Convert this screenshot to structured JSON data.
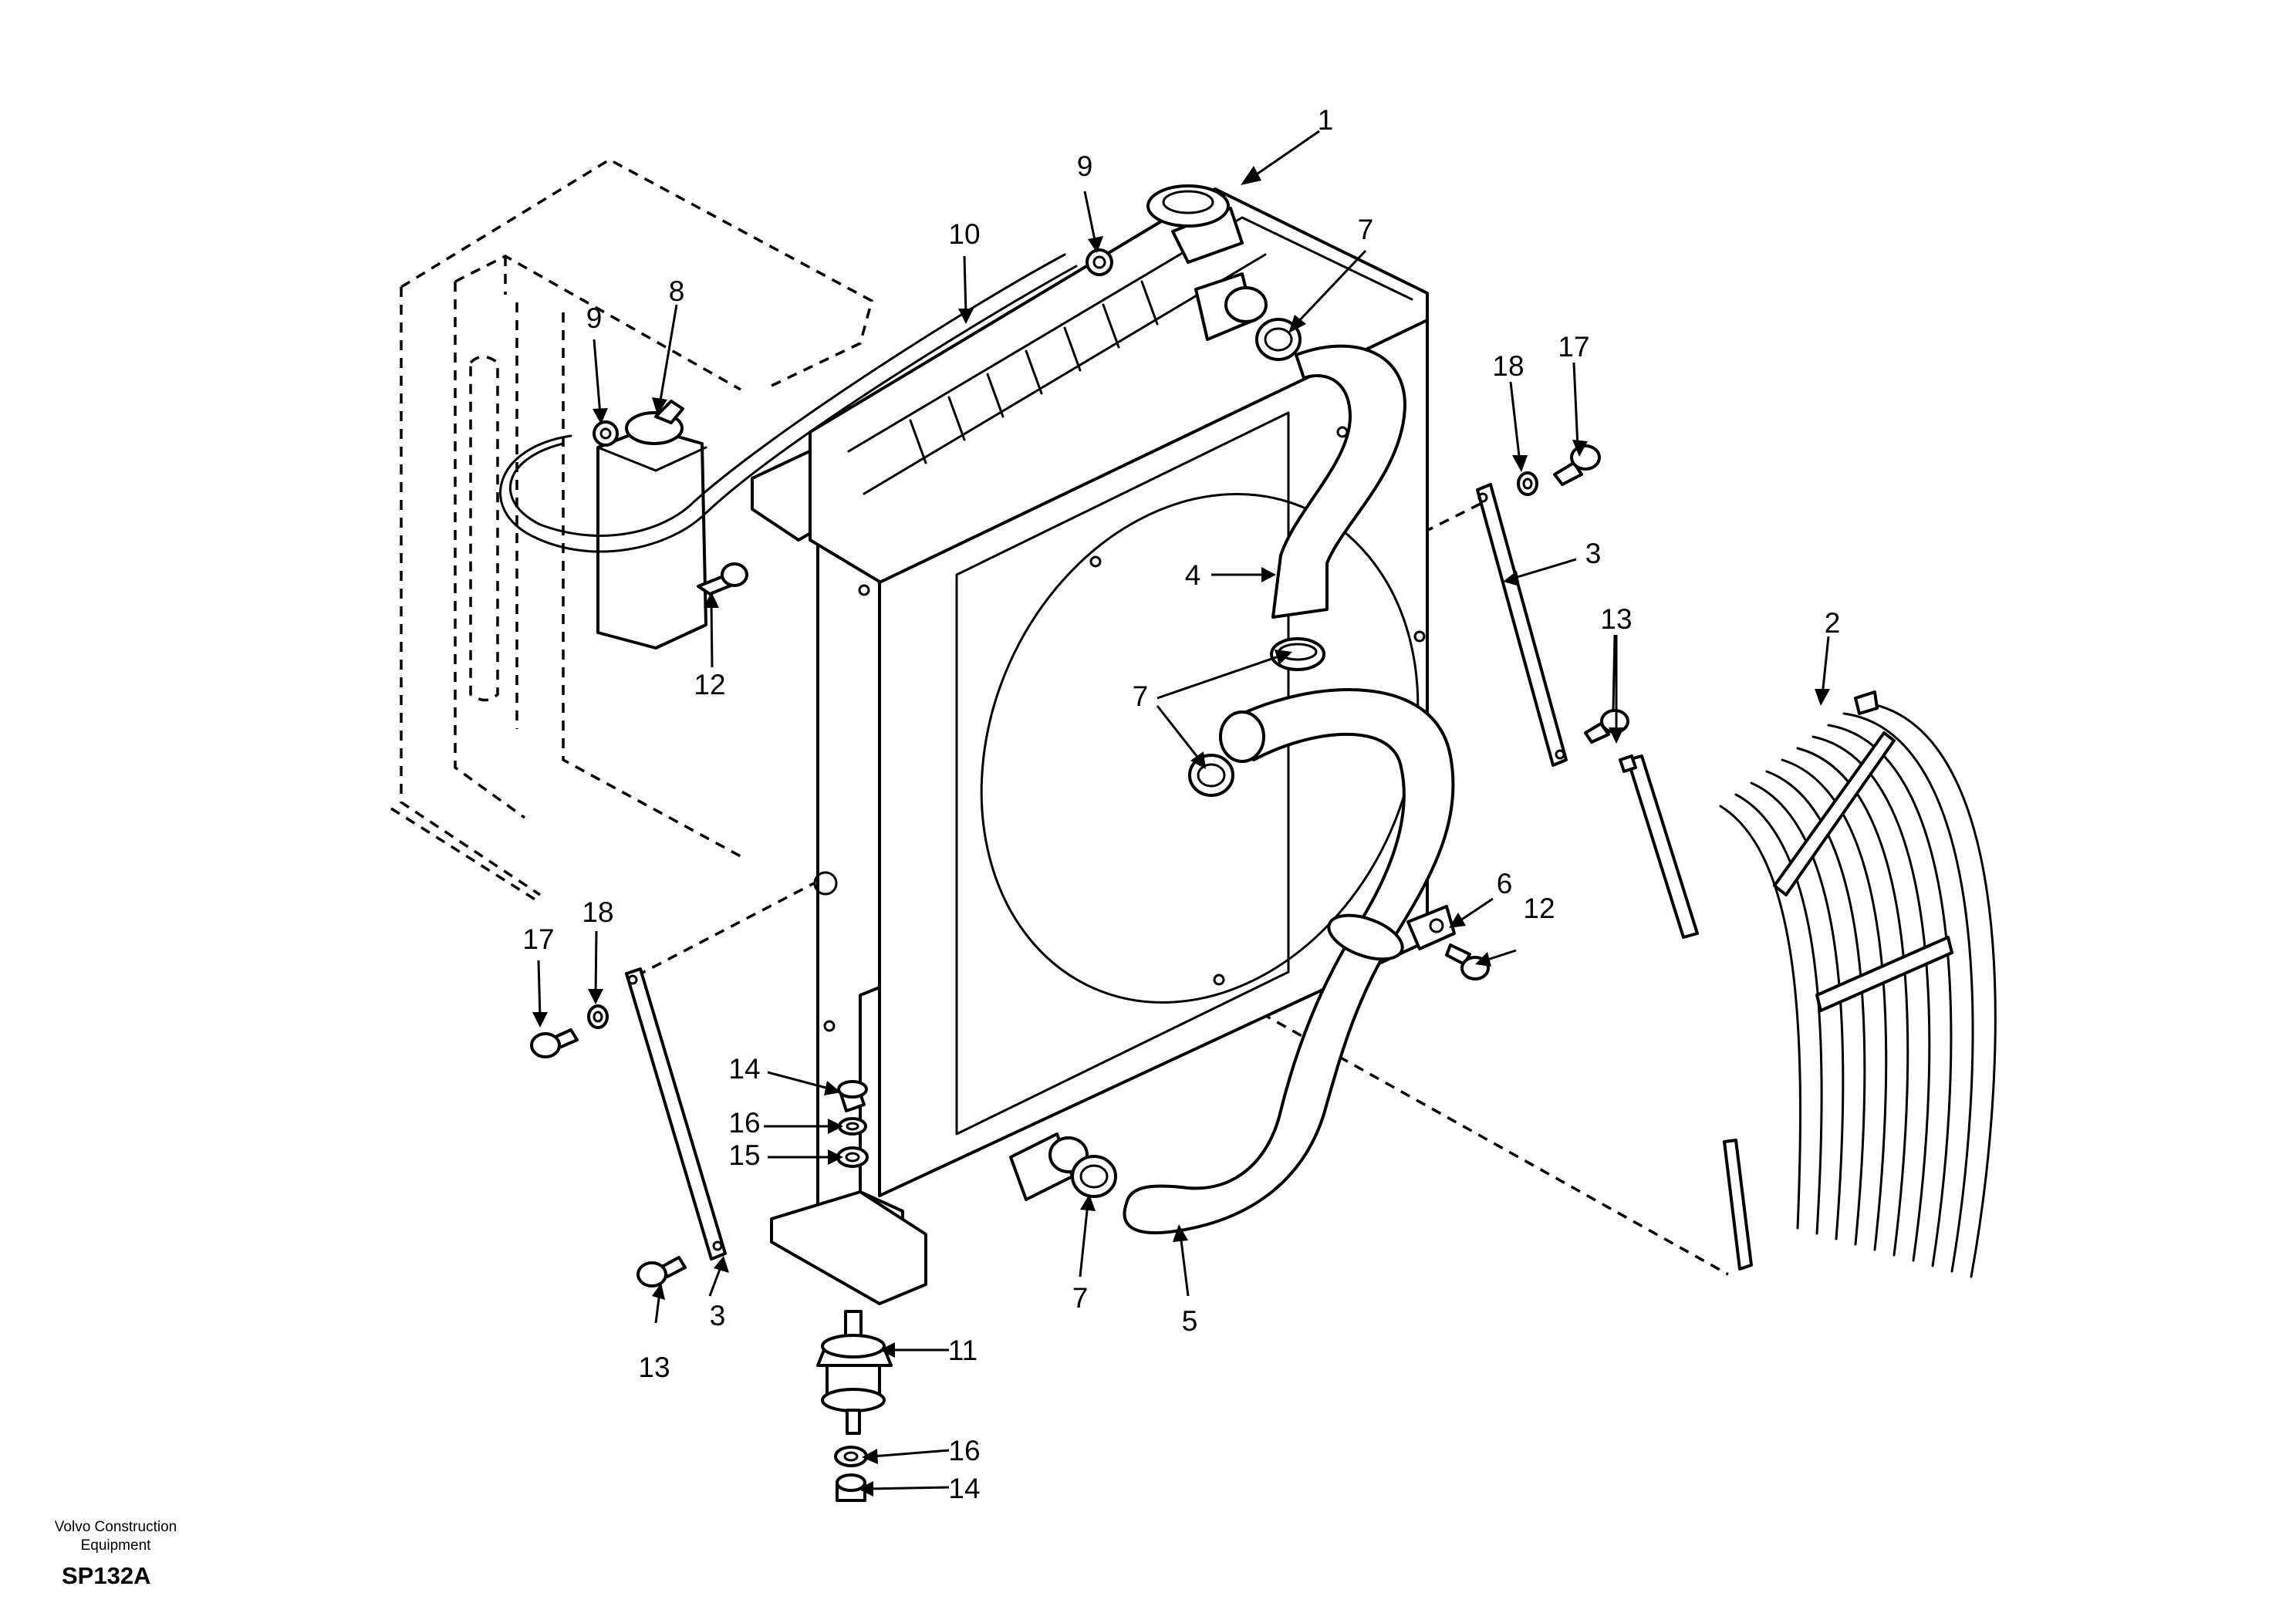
{
  "diagram": {
    "callouts": [
      {
        "id": "c1",
        "text": "1"
      },
      {
        "id": "c2",
        "text": "2"
      },
      {
        "id": "c3a",
        "text": "3"
      },
      {
        "id": "c3b",
        "text": "3"
      },
      {
        "id": "c4",
        "text": "4"
      },
      {
        "id": "c5",
        "text": "5"
      },
      {
        "id": "c6",
        "text": "6"
      },
      {
        "id": "c7a",
        "text": "7"
      },
      {
        "id": "c7b",
        "text": "7"
      },
      {
        "id": "c7c",
        "text": "7"
      },
      {
        "id": "c8",
        "text": "8"
      },
      {
        "id": "c9a",
        "text": "9"
      },
      {
        "id": "c9b",
        "text": "9"
      },
      {
        "id": "c10",
        "text": "10"
      },
      {
        "id": "c11",
        "text": "11"
      },
      {
        "id": "c12a",
        "text": "12"
      },
      {
        "id": "c12b",
        "text": "12"
      },
      {
        "id": "c13a",
        "text": "13"
      },
      {
        "id": "c13b",
        "text": "13"
      },
      {
        "id": "c14a",
        "text": "14"
      },
      {
        "id": "c14b",
        "text": "14"
      },
      {
        "id": "c15",
        "text": "15"
      },
      {
        "id": "c16a",
        "text": "16"
      },
      {
        "id": "c16b",
        "text": "16"
      },
      {
        "id": "c17a",
        "text": "17"
      },
      {
        "id": "c17b",
        "text": "17"
      },
      {
        "id": "c18a",
        "text": "18"
      },
      {
        "id": "c18b",
        "text": "18"
      }
    ]
  },
  "footer": {
    "brand_line1": "Volvo Construction",
    "brand_line2": "Equipment",
    "code": "SP132A"
  }
}
